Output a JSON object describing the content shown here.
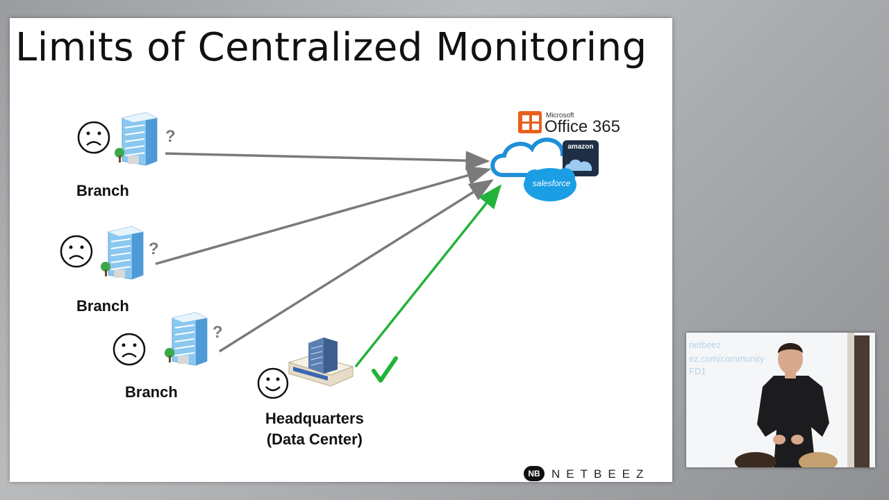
{
  "slide": {
    "title": "Limits of Centralized Monitoring",
    "sites": [
      {
        "label": "Branch",
        "status": "question-mark",
        "mood": "frown-face"
      },
      {
        "label": "Branch",
        "status": "question-mark",
        "mood": "frown-face"
      },
      {
        "label": "Branch",
        "status": "question-mark",
        "mood": "frown-face"
      },
      {
        "label": "Headquarters\n(Data Center)",
        "status": "checkmark",
        "mood": "smile-face"
      }
    ],
    "question_mark": "?",
    "cloud": {
      "microsoft_label": "Microsoft",
      "office_label": "Office 365",
      "amazon_label": "amazon",
      "salesforce_label": "salesforce"
    },
    "logo": {
      "badge": "NB",
      "text": "NETBEEZ"
    }
  },
  "colors": {
    "gray_link": "#7a7a7a",
    "green_link": "#22b33a",
    "building": "#5aa9e6",
    "cloud": "#1f8fd8"
  },
  "camera": {
    "whiteboard_lines": [
      "netbeez",
      "ez.com/community",
      "FD1"
    ]
  }
}
